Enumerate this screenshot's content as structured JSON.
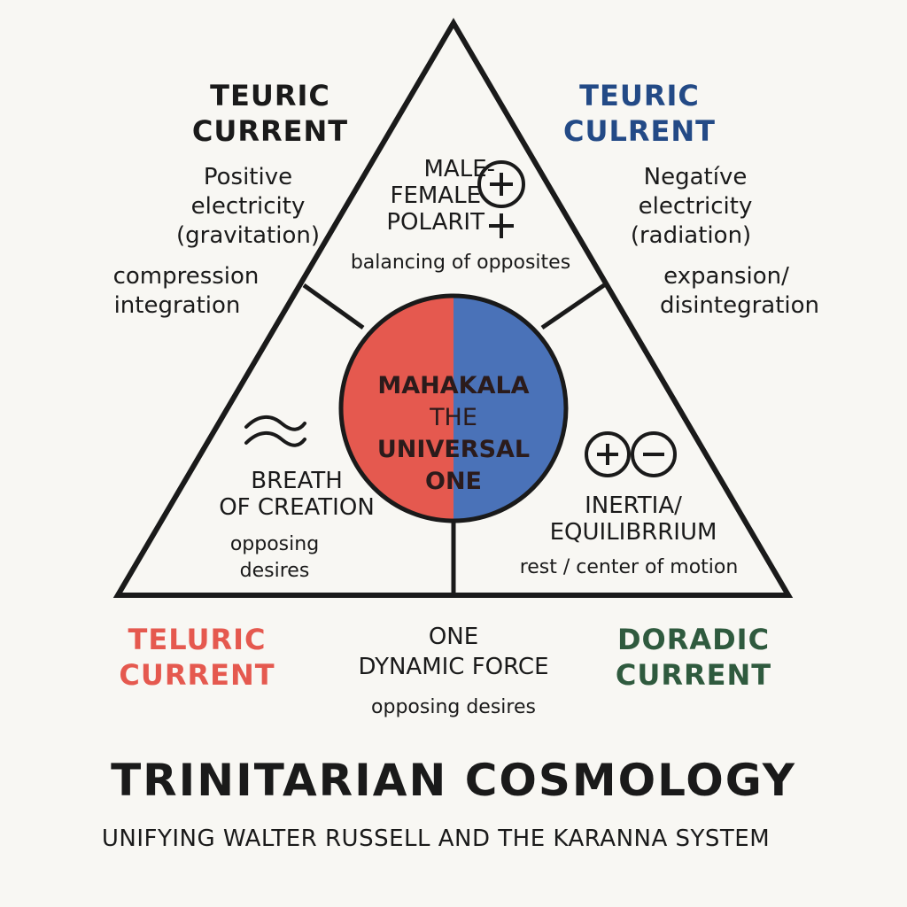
{
  "colors": {
    "background": "#f8f7f3",
    "ink": "#1a1a1a",
    "red": "#e5594f",
    "blue": "#4a72b8",
    "navy": "#234a86",
    "green": "#2f5a3e"
  },
  "top_left": {
    "heading": [
      "TEURIC",
      "CURRENT"
    ],
    "lines": [
      "Positive",
      "electricity",
      "(gravitation)"
    ],
    "lines2": [
      "compression",
      "integration"
    ]
  },
  "top_right": {
    "heading": [
      "TEURIC",
      "CULRENT"
    ],
    "lines": [
      "Negatíve",
      "electricity",
      "(radiation)"
    ],
    "lines2": [
      "expansion/",
      "disintegration"
    ]
  },
  "top_section": {
    "heading": [
      "MALE-",
      "FEMALE",
      "POLARIT"
    ],
    "plus_circle": "+",
    "plus_plain": "+",
    "caption": "balancing of opposites"
  },
  "center": {
    "line1": "MAHAKALA",
    "line2": "THE",
    "line3": "UNIVERSAL",
    "line4": "ONE"
  },
  "left_section": {
    "icon": "wave-icon",
    "heading": [
      "BREATH",
      "OF CREATION"
    ],
    "caption": [
      "opposing",
      "desires"
    ]
  },
  "right_section": {
    "icon_plus": "+",
    "icon_minus": "−",
    "heading": [
      "INERTIA/",
      "EQUILIBRRIUM"
    ],
    "caption": "rest / center of motion"
  },
  "bottom_left": {
    "heading": [
      "TELURIC",
      "CURRENT"
    ]
  },
  "bottom_center": {
    "heading": [
      "ONE",
      "DYNAMIC FORCE"
    ],
    "caption": "opposing desires"
  },
  "bottom_right": {
    "heading": [
      "DORADIC",
      "CURRENT"
    ]
  },
  "footer": {
    "title": "TRINITARIAN COSMOLOGY",
    "subtitle": "UNIFYING WALTER RUSSELL AND THE KARANNA SYSTEM"
  }
}
